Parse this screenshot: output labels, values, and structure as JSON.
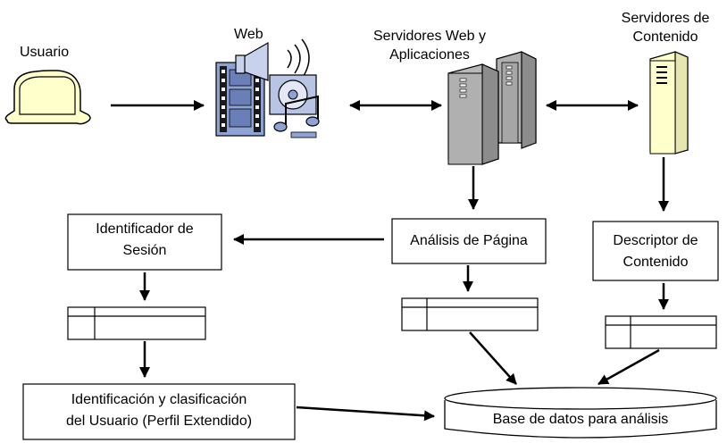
{
  "labels": {
    "usuario": "Usuario",
    "web": "Web",
    "servidores_web": [
      "Servidores Web y",
      "Aplicaciones"
    ],
    "servidores_contenido": [
      "Servidores de",
      "Contenido"
    ]
  },
  "boxes": {
    "identificador": [
      "Identificador de",
      "Sesión"
    ],
    "analisis": "Análisis de Página",
    "descriptor": [
      "Descriptor de",
      "Contenido"
    ],
    "identificacion": [
      "Identificación y clasificación",
      "del Usuario (Perfil Extendido)"
    ]
  },
  "database": "Base de datos para análisis",
  "colors": {
    "user_fill": "#FFFFCC",
    "server_fill": "#B0B0B0",
    "content_server_fill": "#FFFFCC",
    "film": "#8EA2D4",
    "line": "#000000"
  },
  "icons": [
    "user-icon",
    "web-media-icon",
    "web-app-servers-icon",
    "content-server-icon"
  ]
}
